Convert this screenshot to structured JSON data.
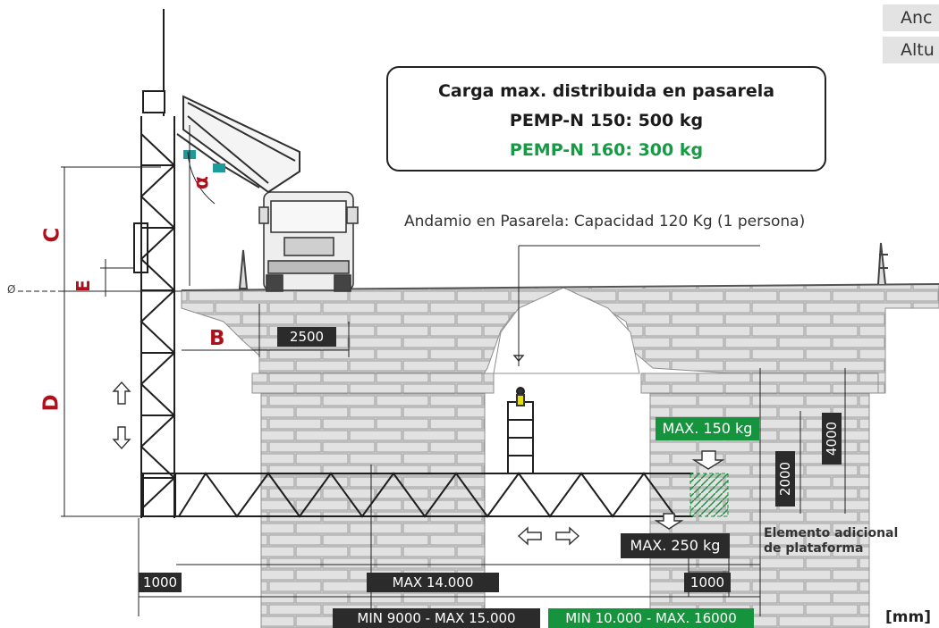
{
  "top_right": {
    "row1": "Anc",
    "row2": "Altu"
  },
  "capacity_box": {
    "line1": "Carga max. distribuida en pasarela",
    "line2": "PEMP-N 150: 500 kg",
    "line3": "PEMP-N 160: 300 kg"
  },
  "scaffold_label": "Andamio en Pasarela: Capacidad 120 Kg (1 persona)",
  "dim_letters": {
    "C": "C",
    "E": "E",
    "D": "D",
    "B": "B",
    "alpha": "α"
  },
  "zero_mark": "Ø",
  "dims": {
    "d2500": "2500",
    "max150": "MAX. 150 kg",
    "max250": "MAX. 250 kg",
    "d4000": "4000",
    "d2000": "2000",
    "d1000_left": "1000",
    "d1000_right": "1000",
    "max14000": "MAX 14.000",
    "min9000": "MIN 9000 - MAX 15.000",
    "min10000": "MIN 10.000 - MAX. 16000"
  },
  "additional_element": {
    "line1": "Elemento adicional",
    "line2": "de plataforma"
  },
  "units": "[mm]",
  "colors": {
    "green": "#15943d",
    "red": "#b0101c",
    "dark": "#2b2b2b",
    "stone": "#d9d9d9",
    "stone_line": "#9a9a9a"
  }
}
